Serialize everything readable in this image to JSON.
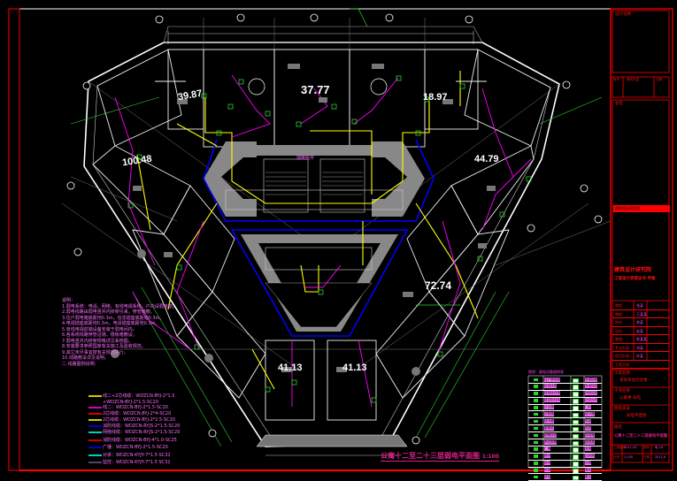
{
  "drawing": {
    "title": "公寓十二至二十三层弱电平面图",
    "scale": "1:100",
    "core_label": "弱电竖井",
    "room_areas": [
      "39.87",
      "37.77",
      "18.97",
      "100.48",
      "44.79",
      "72.74",
      "41.13",
      "41.13"
    ]
  },
  "notes": {
    "heading": "说明：",
    "lines": [
      "1.弱电系统：电话、网络、有线电视系统，户内设弱电箱。",
      "2.弱电线路由弱电竖井内桥架引来，穿管暗敷。",
      "3.住户弱电箱底距地0.3m，信息插座底距地0.3m。",
      "4.电视插座底距地0.3m，电话插座底距地0.3m。",
      "5.有线电视前端设备安装于弱电间内。",
      "6.各系统线路穿管沿墙、楼板暗敷设。",
      "7.弱电竖井内桥架规格详见系统图。",
      "8.安装要求参照国家有关施工及验收规范。",
      "9.其它未尽事宜按有关规范执行。",
      "10.线路敷设详见说明。"
    ],
    "legend_heading": "二.线路图例说明："
  },
  "line_legend": [
    {
      "color": "#ffff00",
      "label": "线二+2芯线缆：WDZCN-BYJ-2*1.5",
      "label2": "+WDZCN-BYJ-2*1.5-SC20"
    },
    {
      "color": "#ff00ff",
      "label": "线二：WDZCN-BYJ-2*1.5-SC20"
    },
    {
      "color": "#ff0000",
      "label": "2芯线缆：WDZCN-BYJ-2*4-SC20"
    },
    {
      "color": "#ffff00",
      "label": "2芯线缆：WDZCN-BYJ-2*2.5-SC20"
    },
    {
      "color": "#0000ff",
      "label": "消防线缆：WDZCN-RYJS-2*1.5-SC20"
    },
    {
      "color": "#00ffff",
      "label": "网络线缆：WDZCN-RYJS-2*1.5-SC20"
    },
    {
      "color": "#ff0000",
      "label": "消防线缆：WDZCN-BYJ-4*1.0-SC25"
    },
    {
      "color": "#0000ff",
      "label": "广播：WDZCN-BYJ-2*1.5-SC20"
    },
    {
      "color": "#00ffff",
      "label": "对讲：WDZCN-KYJY-7*1.5-SC32"
    },
    {
      "color": "#5a5a8a",
      "label": "监控：WDZCN-KYJY-7*1.5 SC32"
    }
  ],
  "symbol_legend": {
    "heading": "图例：弱电设备图例表",
    "rows": [
      [
        "住户弱电箱",
        "电视插座"
      ],
      [
        "信息插座",
        "电话插座"
      ],
      [
        "弱电接线箱",
        "网络插座"
      ],
      [
        "楼层配线架",
        "对讲分机"
      ],
      [
        "分支器",
        "门铃"
      ],
      [
        "分配器",
        "读卡器"
      ],
      [
        "放大器",
        "电锁"
      ],
      [
        "摄像机",
        "按钮"
      ],
      [
        "报警按钮",
        "探测器"
      ],
      [
        "声光报警",
        "接线盒"
      ],
      [
        "广播",
        "音箱"
      ],
      [
        "模块",
        "控制器"
      ],
      [
        "接地",
        "线槽"
      ],
      [
        "桥架",
        "管线"
      ],
      [
        "其他",
        "备注"
      ]
    ]
  },
  "title_block": {
    "top_note": "设计说明",
    "revision_headers": [
      "序号",
      "修改内容",
      "日期"
    ],
    "stamp_label": "会签",
    "company": "建筑设计研究院",
    "company_sub": "工程设计资质证书 甲级",
    "roles": [
      {
        "role": "审定",
        "name": "张某"
      },
      {
        "role": "审核",
        "name": "王某某"
      },
      {
        "role": "校对",
        "name": "李某"
      },
      {
        "role": "设计",
        "name": "赵某"
      },
      {
        "role": "制图",
        "name": "陈某某"
      },
      {
        "role": "专业负责",
        "name": "刘某"
      },
      {
        "role": "项目负责",
        "name": "孙某"
      },
      {
        "role": "工程主持",
        "name": ""
      }
    ],
    "project_label": "工程名称",
    "project_name": "某某商住综合楼",
    "sub_project_label": "子项名称",
    "sub_project_name": "公寓楼-弱电",
    "section_label": "图纸目录",
    "section_name": "弱电平面图",
    "drawing_name_label": "图名",
    "drawing_name": "公寓十二至二十三层弱电平面图",
    "meta": [
      {
        "k": "工程编号",
        "v": "2011-05"
      },
      {
        "k": "图号",
        "v": "电-16"
      },
      {
        "k": "比例",
        "v": "1:100"
      },
      {
        "k": "日期",
        "v": "2011.6"
      }
    ]
  }
}
